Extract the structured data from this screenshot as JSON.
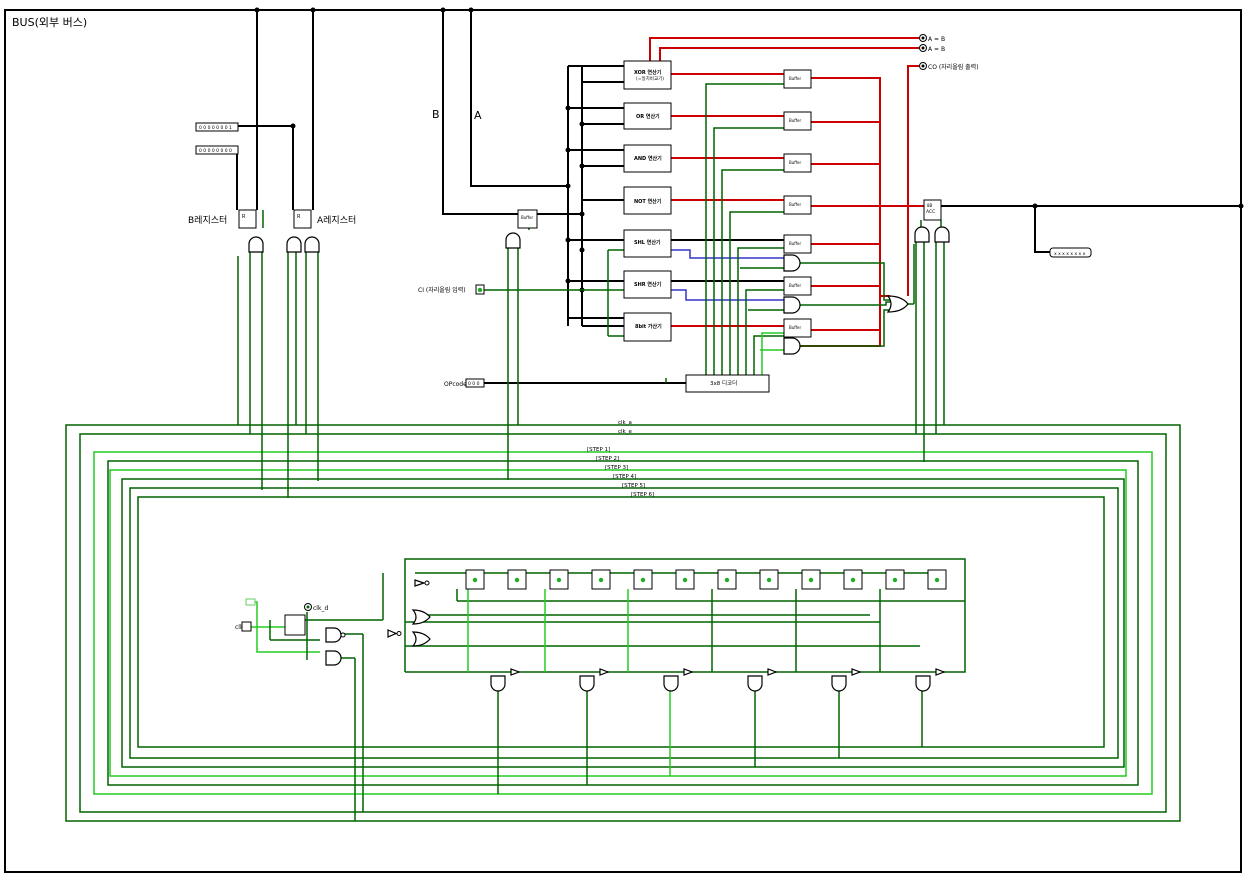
{
  "bus_label": "BUS(외부 버스)",
  "b_label": "B",
  "a_label": "A",
  "b_register_label": "B레지스터",
  "a_register_label": "A레지스터",
  "reg_input_value": "0 0 0 0 0 0 0 1",
  "reg_input_value2": "0 0 0 0 0 0 0 0",
  "units": {
    "xor": "XOR 연산기\n(=일치비교기)",
    "or": "OR 연산기",
    "and": "AND 연산기",
    "not": "NOT 연산기",
    "shl": "SHL 연산기",
    "shr": "SHR 연산기",
    "add": "8bit 가산기"
  },
  "buffer_label": "Buffer",
  "outputs": {
    "a_eq_b": "A = B",
    "a_eq_b2": "A = B",
    "carry": "CO (자리올림 출력)"
  },
  "ci_label": "CI (자리올림 입력)",
  "opcode_label": "OPcode",
  "opcode_value": "0 0 0",
  "decoder_label": "3x8 디코더",
  "acc_label": "ACC",
  "acc_value": "x x x x x x x x",
  "clk_label": "clk",
  "clk_d_label": "clk_d",
  "signals": {
    "clk_a": "clk_a",
    "clk_e": "clk_e",
    "step1": "[STEP 1]",
    "step2": "[STEP 2]",
    "step3": "[STEP 3]",
    "step4": "[STEP 4]",
    "step5": "[STEP 5]",
    "step6": "[STEP 6]"
  },
  "colors": {
    "bus": "#000000",
    "data_path": "#cc0000",
    "control": "#006400",
    "control_active": "#22cc22",
    "shift_carry": "#3333cc"
  }
}
